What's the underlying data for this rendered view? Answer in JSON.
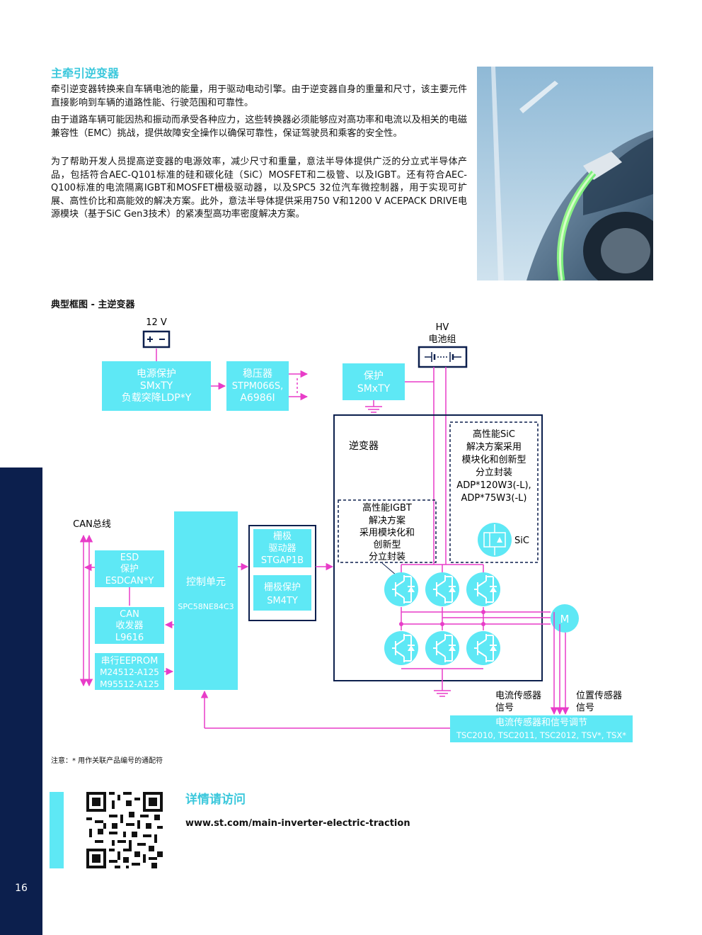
{
  "section": {
    "title": "主牵引逆变器",
    "paragraphs": [
      "牵引逆变器转换来自车辆电池的能量，用于驱动电动引擎。由于逆变器自身的重量和尺寸，该主要元件直接影响到车辆的道路性能、行驶范围和可靠性。",
      "由于道路车辆可能因热和振动而承受各种应力，这些转换器必须能够应对高功率和电流以及相关的电磁兼容性（EMC）挑战，提供故障安全操作以确保可靠性，保证驾驶员和乘客的安全性。",
      "为了帮助开发人员提高逆变器的电源效率，减少尺寸和重量，意法半导体提供广泛的分立式半导体产品，包括符合AEC-Q101标准的硅和碳化硅（SiC）MOSFET和二极管、以及IGBT。还有符合AEC-Q100标准的电流隔离IGBT和MOSFET栅极驱动器，以及SPC5 32位汽车微控制器，用于实现可扩展、高性价比和高能效的解决方案。此外，意法半导体提供采用750 V和1200 V ACEPACK DRIVE电源模块（基于SiC Gen3技术）的紧凑型高功率密度解决方案。"
    ]
  },
  "diagram": {
    "title": "典型框图 - 主逆变器",
    "battery_12v": "12 V",
    "hv_label": "HV",
    "hv_battery": "电池组",
    "power_protection": [
      "电源保护",
      "SMxTY",
      "负载突降LDP*Y"
    ],
    "regulator": [
      "稳压器",
      "STPM066S,",
      "A6986I"
    ],
    "protection": [
      "保护",
      "SMxTY"
    ],
    "inverter_label": "逆变器",
    "sic_solution": [
      "高性能SiC",
      "解决方案采用",
      "模块化和创新型",
      "分立封装",
      "ADP*120W3(-L),",
      "ADP*75W3(-L)"
    ],
    "sic_label": "SiC",
    "igbt_solution": [
      "高性能IGBT",
      "解决方案",
      "采用模块化和",
      "创新型",
      "分立封装"
    ],
    "can_bus": "CAN总线",
    "esd": [
      "ESD",
      "保护",
      "ESDCAN*Y"
    ],
    "can_transceiver": [
      "CAN",
      "收发器",
      "L9616"
    ],
    "eeprom": [
      "串行EEPROM",
      "M24512-A125",
      "M95512-A125"
    ],
    "control_unit": [
      "控制单元",
      "SPC58NE84C3"
    ],
    "gate_driver": [
      "栅极",
      "驱动器",
      "STGAP1B"
    ],
    "gate_protection": [
      "栅极保护",
      "SM4TY"
    ],
    "motor": "M",
    "current_sensor_signal": [
      "电流传感器",
      "信号"
    ],
    "position_sensor_signal": [
      "位置传感器",
      "信号"
    ],
    "current_sensor_conditioning": [
      "电流传感器和信号调节",
      "TSC2010, TSC2011, TSC2012, TSV*, TSX*"
    ]
  },
  "note": "注意：* 用作关联产品编号的通配符",
  "visit": {
    "title": "详情请访问",
    "url": "www.st.com/main-inverter-electric-traction"
  },
  "page_number": "16",
  "colors": {
    "accent": "#3cc8dc",
    "block": "#5ee8f5",
    "wire": "#e83cc8",
    "navy": "#0c1f4d",
    "arrow": "#e83cc8"
  }
}
